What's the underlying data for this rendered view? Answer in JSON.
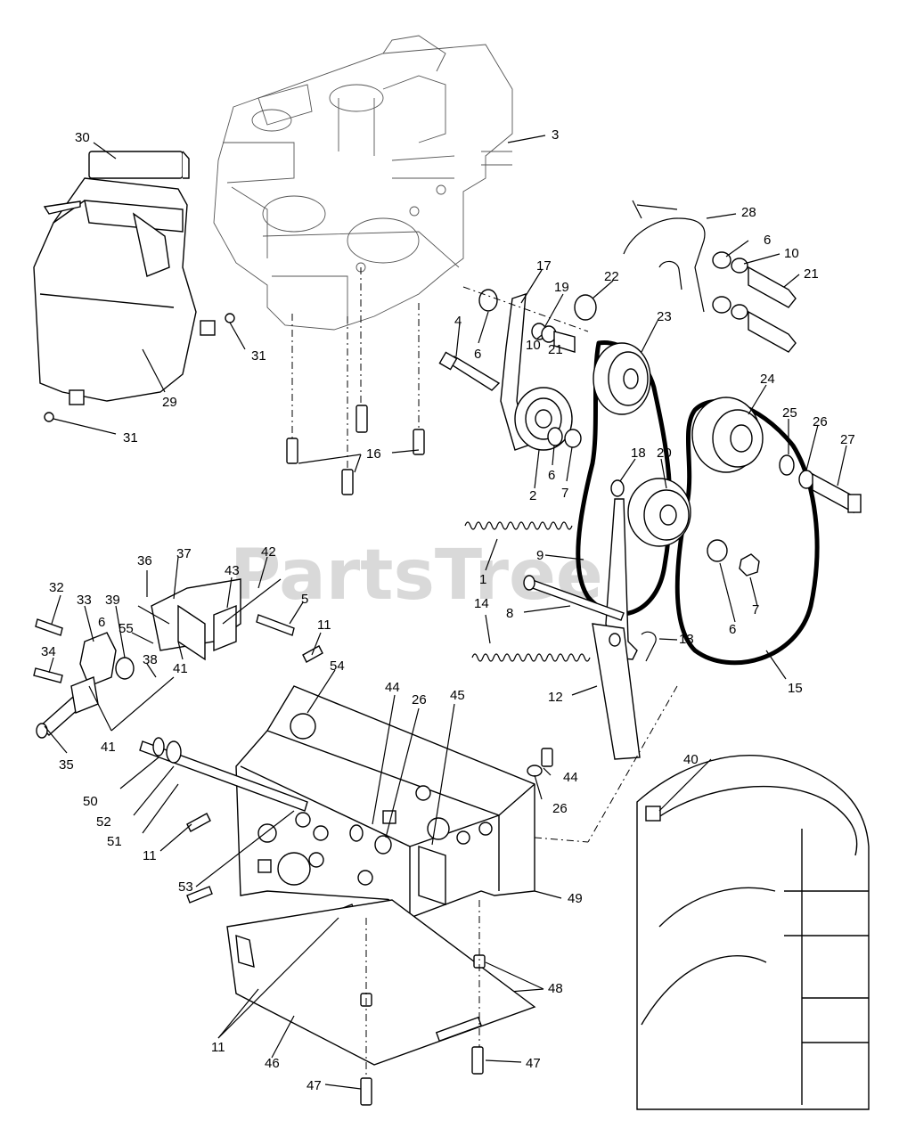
{
  "watermark": "PartsTree",
  "labels": [
    {
      "id": "30",
      "text": "30"
    },
    {
      "id": "3",
      "text": "3"
    },
    {
      "id": "28",
      "text": "28"
    },
    {
      "id": "6a",
      "text": "6"
    },
    {
      "id": "10a",
      "text": "10"
    },
    {
      "id": "21a",
      "text": "21"
    },
    {
      "id": "17",
      "text": "17"
    },
    {
      "id": "22",
      "text": "22"
    },
    {
      "id": "19",
      "text": "19"
    },
    {
      "id": "23",
      "text": "23"
    },
    {
      "id": "4",
      "text": "4"
    },
    {
      "id": "6b",
      "text": "6"
    },
    {
      "id": "10b",
      "text": "10"
    },
    {
      "id": "21b",
      "text": "21"
    },
    {
      "id": "31a",
      "text": "31"
    },
    {
      "id": "29",
      "text": "29"
    },
    {
      "id": "31b",
      "text": "31"
    },
    {
      "id": "24",
      "text": "24"
    },
    {
      "id": "25",
      "text": "25"
    },
    {
      "id": "26a",
      "text": "26"
    },
    {
      "id": "27",
      "text": "27"
    },
    {
      "id": "16",
      "text": "16"
    },
    {
      "id": "6c",
      "text": "6"
    },
    {
      "id": "2",
      "text": "2"
    },
    {
      "id": "7a",
      "text": "7"
    },
    {
      "id": "18",
      "text": "18"
    },
    {
      "id": "20",
      "text": "20"
    },
    {
      "id": "1",
      "text": "1"
    },
    {
      "id": "9",
      "text": "9"
    },
    {
      "id": "36",
      "text": "36"
    },
    {
      "id": "37",
      "text": "37"
    },
    {
      "id": "42",
      "text": "42"
    },
    {
      "id": "43",
      "text": "43"
    },
    {
      "id": "32",
      "text": "32"
    },
    {
      "id": "33",
      "text": "33"
    },
    {
      "id": "39",
      "text": "39"
    },
    {
      "id": "5",
      "text": "5"
    },
    {
      "id": "6d",
      "text": "6"
    },
    {
      "id": "55",
      "text": "55"
    },
    {
      "id": "14",
      "text": "14"
    },
    {
      "id": "8",
      "text": "8"
    },
    {
      "id": "6e",
      "text": "6"
    },
    {
      "id": "7b",
      "text": "7"
    },
    {
      "id": "11a",
      "text": "11"
    },
    {
      "id": "34",
      "text": "34"
    },
    {
      "id": "38",
      "text": "38"
    },
    {
      "id": "41a",
      "text": "41"
    },
    {
      "id": "54",
      "text": "54"
    },
    {
      "id": "13",
      "text": "13"
    },
    {
      "id": "44a",
      "text": "44"
    },
    {
      "id": "26b",
      "text": "26"
    },
    {
      "id": "45",
      "text": "45"
    },
    {
      "id": "12",
      "text": "12"
    },
    {
      "id": "15",
      "text": "15"
    },
    {
      "id": "41b",
      "text": "41"
    },
    {
      "id": "35",
      "text": "35"
    },
    {
      "id": "40",
      "text": "40"
    },
    {
      "id": "50",
      "text": "50"
    },
    {
      "id": "44b",
      "text": "44"
    },
    {
      "id": "52",
      "text": "52"
    },
    {
      "id": "26c",
      "text": "26"
    },
    {
      "id": "51",
      "text": "51"
    },
    {
      "id": "11b",
      "text": "11"
    },
    {
      "id": "53",
      "text": "53"
    },
    {
      "id": "49",
      "text": "49"
    },
    {
      "id": "48",
      "text": "48"
    },
    {
      "id": "11c",
      "text": "11"
    },
    {
      "id": "46",
      "text": "46"
    },
    {
      "id": "47a",
      "text": "47"
    },
    {
      "id": "47b",
      "text": "47"
    }
  ]
}
